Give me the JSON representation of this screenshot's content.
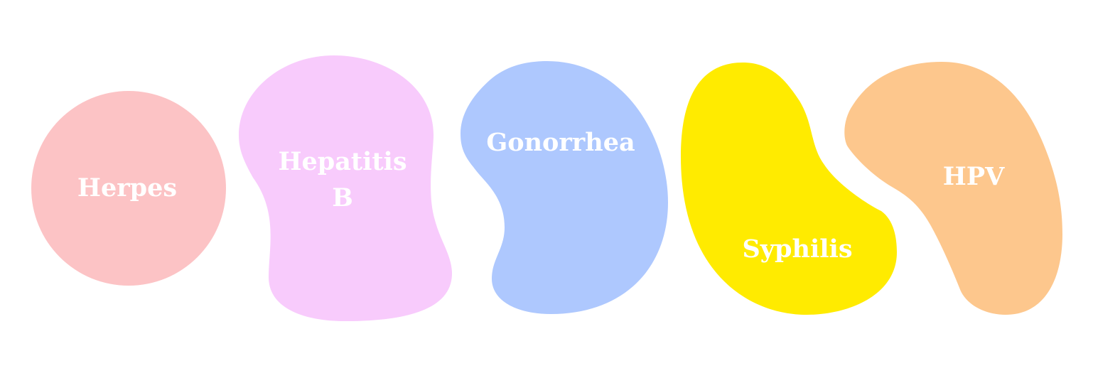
{
  "blobs": [
    {
      "id": "herpes",
      "label_lines": [
        "Herpes"
      ],
      "color": "#fcc3c5"
    },
    {
      "id": "hepatitis-b",
      "label_lines": [
        "Hepatitis",
        "B"
      ],
      "color": "#f8cbfc"
    },
    {
      "id": "gonorrhea",
      "label_lines": [
        "Gonorrhea"
      ],
      "color": "#aec8fe"
    },
    {
      "id": "syphilis",
      "label_lines": [
        "Syphilis"
      ],
      "color": "#ffeb00"
    },
    {
      "id": "hpv",
      "label_lines": [
        "HPV"
      ],
      "color": "#fdc78d"
    }
  ]
}
